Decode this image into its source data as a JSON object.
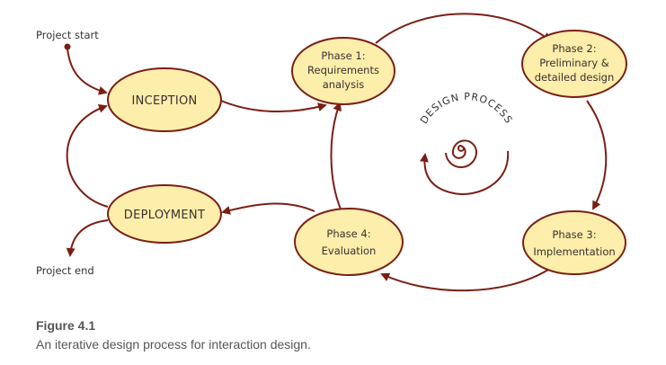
{
  "diagram": {
    "title": "Design process cycle",
    "center_label": "DESIGN PROCESS",
    "labels": {
      "start": "Project start",
      "end": "Project end"
    },
    "nodes": {
      "inception": {
        "lines": [
          "INCEPTION"
        ]
      },
      "deployment": {
        "lines": [
          "DEPLOYMENT"
        ]
      },
      "phase1": {
        "lines": [
          "Phase 1:",
          "Requirements",
          "analysis"
        ]
      },
      "phase2": {
        "lines": [
          "Phase 2:",
          "Preliminary &",
          "detailed design"
        ]
      },
      "phase3": {
        "lines": [
          "Phase 3:",
          "Implementation"
        ]
      },
      "phase4": {
        "lines": [
          "Phase 4:",
          "Evaluation"
        ]
      }
    },
    "edges": [
      {
        "from": "Project start",
        "to": "INCEPTION"
      },
      {
        "from": "INCEPTION",
        "to": "Phase 1"
      },
      {
        "from": "Phase 1",
        "to": "Phase 2"
      },
      {
        "from": "Phase 2",
        "to": "Phase 3"
      },
      {
        "from": "Phase 3",
        "to": "Phase 4"
      },
      {
        "from": "Phase 4",
        "to": "Phase 1"
      },
      {
        "from": "Phase 4",
        "to": "DEPLOYMENT"
      },
      {
        "from": "DEPLOYMENT",
        "to": "INCEPTION"
      },
      {
        "from": "DEPLOYMENT",
        "to": "Project end"
      }
    ],
    "colors": {
      "node_fill": "#fdeeab",
      "stroke": "#7a1f14"
    }
  },
  "caption": {
    "title": "Figure 4.1",
    "text": "An iterative design process for interaction design."
  }
}
